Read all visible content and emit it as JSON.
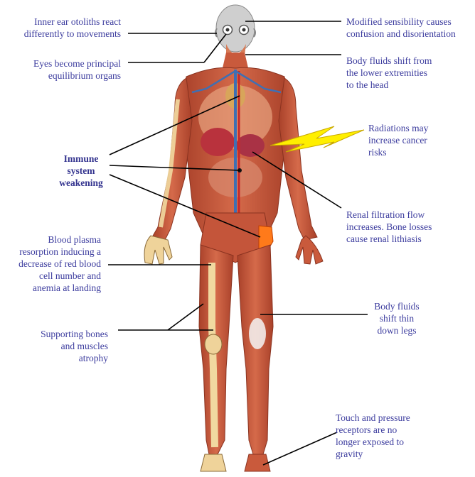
{
  "labels": {
    "otoliths": "Inner ear otoliths react\ndifferently to movements",
    "eyes": "Eyes become principal\nequilibrium organs",
    "sensibility": "Modified sensibility causes\nconfusion and disorientation",
    "fluids_head": "Body fluids shift from\nthe lower extremities\nto the head",
    "radiations": "Radiations may\nincrease cancer\nrisks",
    "immune": "Immune\nsystem\nweakening",
    "renal": "Renal filtration flow\nincreases. Bone losses\ncause renal lithiasis",
    "plasma": "Blood plasma\nresorption inducing a\ndecrease of red blood\ncell number and\nanemia at landing",
    "fluids_legs": "Body fluids\nshift thin\ndown legs",
    "bones": "Supporting bones\nand muscles\natrophy",
    "touch": "Touch and pressure\nreceptors are no\nlonger exposed to\ngravity"
  },
  "colors": {
    "label_text": "#3c3c9e",
    "muscle": "#c8553a",
    "muscle_dark": "#9c3a26",
    "bone": "#f1d9a0",
    "vein": "#3f6fb3",
    "artery": "#c62828",
    "lightning": "#ffef00",
    "leader_line": "#000000"
  }
}
